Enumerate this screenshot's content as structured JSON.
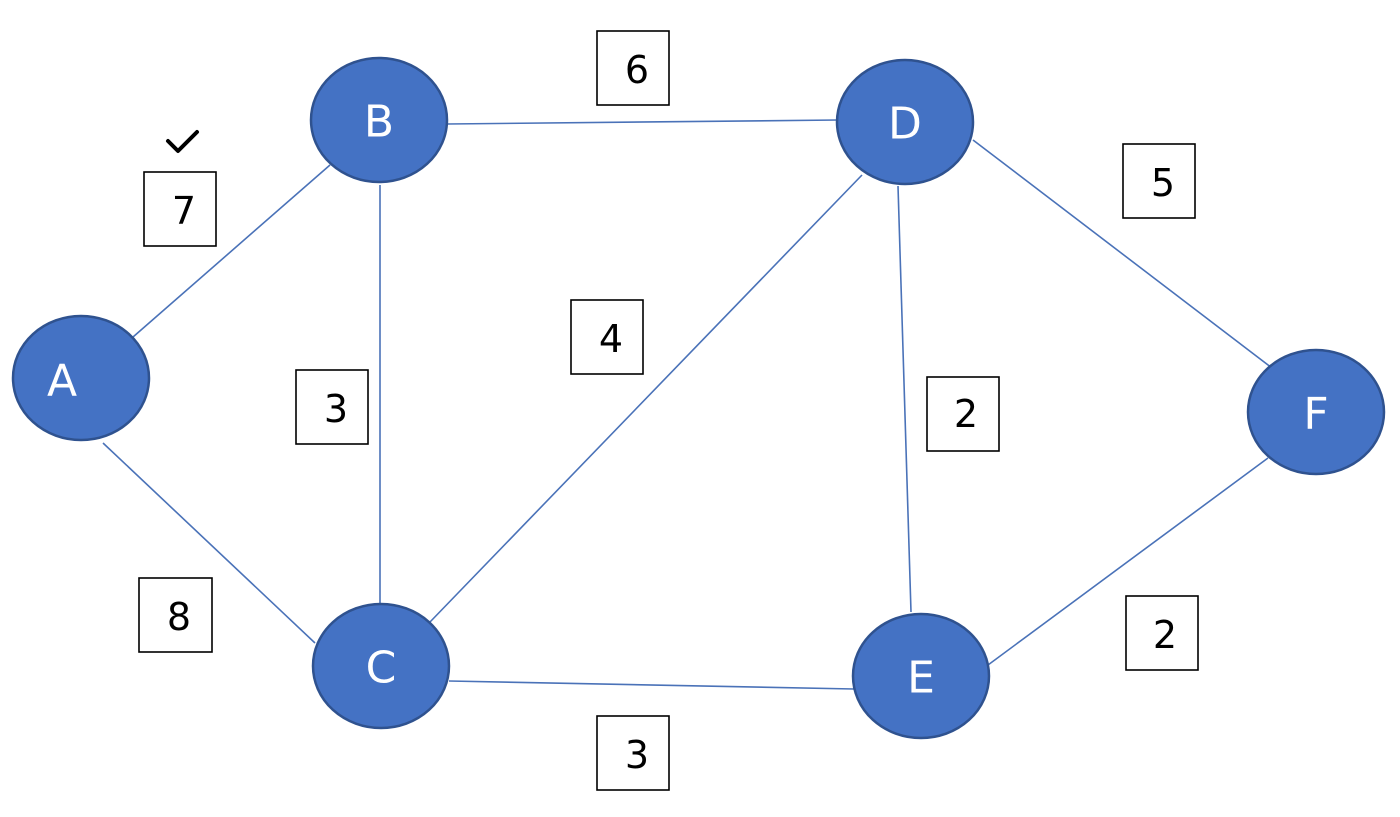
{
  "nodes": [
    {
      "id": "A",
      "label": "A"
    },
    {
      "id": "B",
      "label": "B"
    },
    {
      "id": "C",
      "label": "C"
    },
    {
      "id": "D",
      "label": "D"
    },
    {
      "id": "E",
      "label": "E"
    },
    {
      "id": "F",
      "label": "F"
    }
  ],
  "edges": [
    {
      "from": "A",
      "to": "B",
      "weight": "7",
      "checked": true
    },
    {
      "from": "A",
      "to": "C",
      "weight": "8",
      "checked": false
    },
    {
      "from": "B",
      "to": "C",
      "weight": "3",
      "checked": false
    },
    {
      "from": "B",
      "to": "D",
      "weight": "6",
      "checked": false
    },
    {
      "from": "C",
      "to": "D",
      "weight": "4",
      "checked": false
    },
    {
      "from": "C",
      "to": "E",
      "weight": "3",
      "checked": false
    },
    {
      "from": "D",
      "to": "E",
      "weight": "2",
      "checked": false
    },
    {
      "from": "D",
      "to": "F",
      "weight": "5",
      "checked": false
    },
    {
      "from": "E",
      "to": "F",
      "weight": "2",
      "checked": false
    }
  ],
  "colors": {
    "node_fill": "#4472c4",
    "node_stroke": "#2f528f",
    "edge": "#4a72b8",
    "label": "#ffffff"
  },
  "icons": {
    "checked_marker": "check-icon"
  }
}
